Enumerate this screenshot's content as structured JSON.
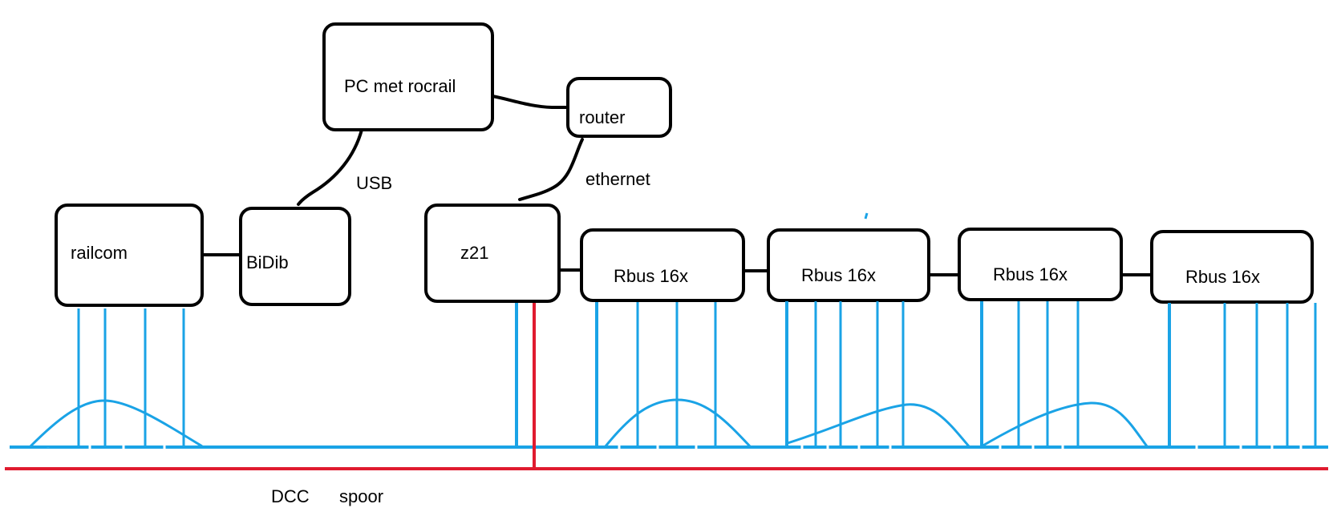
{
  "colors": {
    "track": "#1aa3e6",
    "dcc": "#e01b2f",
    "outline": "#000000"
  },
  "nodes": {
    "pc": "PC met rocrail",
    "router": "router",
    "railcom": "railcom",
    "bidib": "BiDib",
    "z21": "z21",
    "rbus1": "Rbus 16x",
    "rbus2": "Rbus 16x",
    "rbus3": "Rbus 16x",
    "rbus4": "Rbus 16x"
  },
  "links": {
    "usb": "USB",
    "ethernet": "ethernet"
  },
  "rails": {
    "dcc": "DCC",
    "spoor": "spoor"
  }
}
